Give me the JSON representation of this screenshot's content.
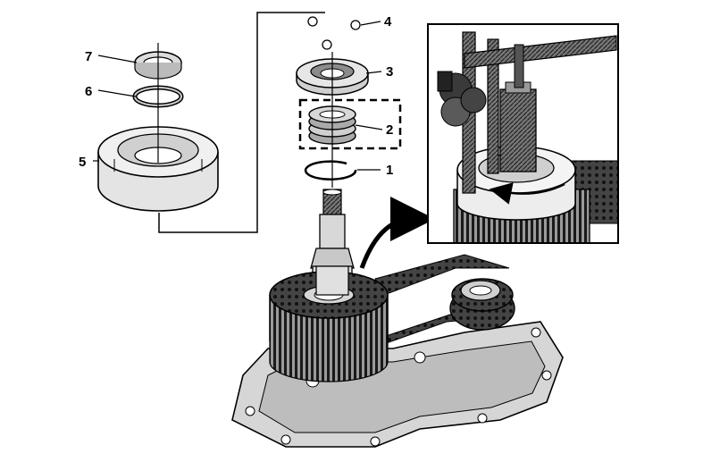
{
  "callouts": [
    {
      "id": "1",
      "text": "1"
    },
    {
      "id": "2",
      "text": "2"
    },
    {
      "id": "3",
      "text": "3"
    },
    {
      "id": "4",
      "text": "4"
    },
    {
      "id": "5",
      "text": "5"
    },
    {
      "id": "6",
      "text": "6"
    },
    {
      "id": "7",
      "text": "7"
    }
  ],
  "colors": {
    "ink": "#000000",
    "metal": "#d9d9d9",
    "metal_dark": "#8c8c8c",
    "paper": "#ffffff"
  },
  "icons": [
    "rotation-arrow-icon",
    "zoom-arrow-icon"
  ]
}
